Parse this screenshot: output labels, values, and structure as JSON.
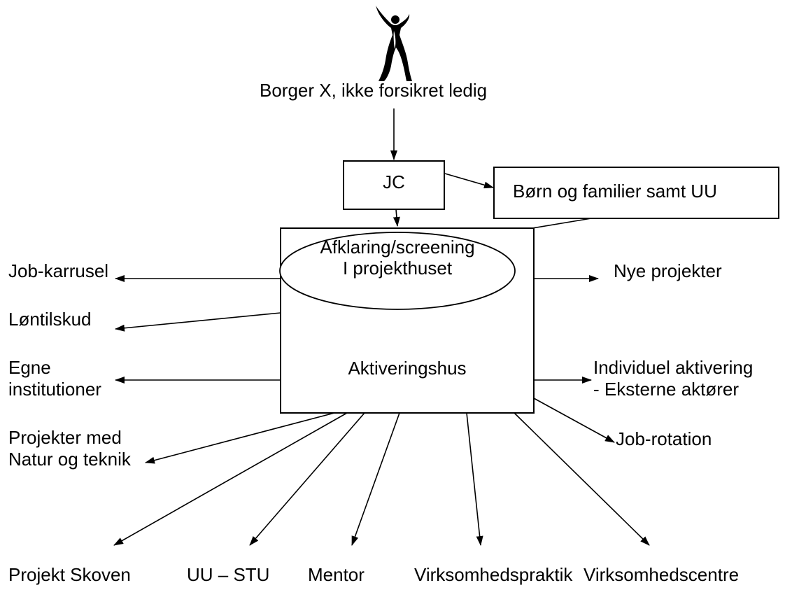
{
  "nodes": {
    "citizen": "Borger X, ikke forsikret ledig",
    "jc": "JC",
    "boern": "Børn og familier samt UU",
    "screening_line1": "Afklaring/screening",
    "screening_line2": "I projekthuset",
    "aktiveringshus": "Aktiveringshus",
    "job_karrusel": "Job-karrusel",
    "loentilskud": "Løntilskud",
    "egne_line1": "Egne",
    "egne_line2": "institutioner",
    "natur_line1": "Projekter med",
    "natur_line2": "Natur og teknik",
    "nye_projekter": "Nye projekter",
    "individuel_line1": "Individuel aktivering",
    "individuel_line2": "- Eksterne aktører",
    "job_rotation": "Job-rotation",
    "skoven": "Projekt Skoven",
    "uu_stu": "UU – STU",
    "mentor": "Mentor",
    "virksomhedspraktik": "Virksomhedspraktik",
    "virksomhedscentre": "Virksomhedscentre"
  },
  "icon": "human-figure-icon"
}
